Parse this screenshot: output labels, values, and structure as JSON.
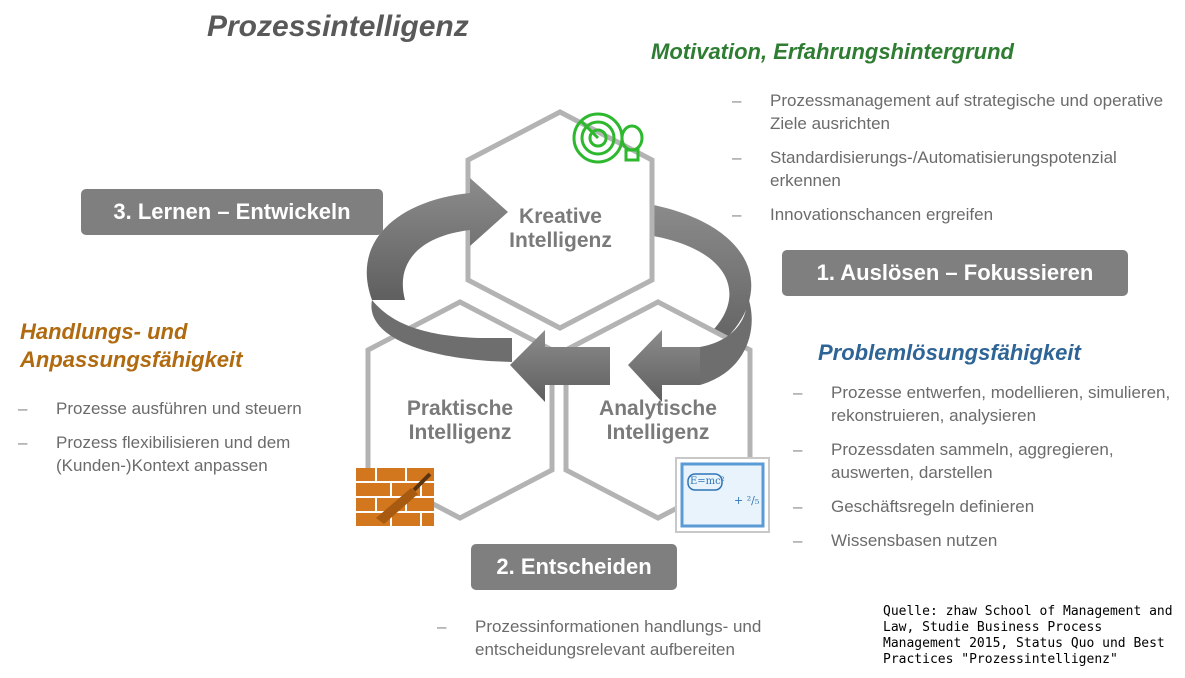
{
  "title": "Prozessintelligenz",
  "motivation": {
    "heading": "Motivation, Erfahrungshintergrund",
    "color": "#2e7d32",
    "items": [
      "Prozessmanagement auf strategische und operative Ziele ausrichten",
      "Standardisierungs-/Automatisierungspotenzial erkennen",
      "Innovationschancen ergreifen"
    ]
  },
  "problem": {
    "heading": "Problemlösungsfähigkeit",
    "color": "#2e6496",
    "items": [
      "Prozesse entwerfen, modellieren, simulieren, rekonstruieren, analysieren",
      "Prozessdaten sammeln, aggregieren, auswerten, darstellen",
      "Geschäftsregeln definieren",
      "Wissensbasen nutzen"
    ]
  },
  "handlung": {
    "heading_line1": "Handlungs- und",
    "heading_line2": "Anpassungsfähigkeit",
    "color": "#b06a10",
    "items": [
      "Prozesse ausführen und steuern",
      "Prozess flexibilisieren und dem (Kunden-)Kontext anpassen"
    ]
  },
  "entscheiden_items": [
    "Prozessinformationen handlungs- und entscheidungsrelevant aufbereiten"
  ],
  "steps": {
    "learn": "3. Lernen – Entwickeln",
    "trigger": "1. Auslösen – Fokussieren",
    "decide": "2. Entscheiden"
  },
  "hexagons": {
    "kreativ_line1": "Kreative",
    "kreativ_line2": "Intelligenz",
    "praktisch_line1": "Praktische",
    "praktisch_line2": "Intelligenz",
    "analytisch_line1": "Analytische",
    "analytisch_line2": "Intelligenz"
  },
  "formula": "E=mc²",
  "source": "Quelle: zhaw School of Management and Law, Studie Business Process Management 2015, Status Quo und Best Practices \"Prozessintelligenz\"",
  "dash": "–",
  "icons": [
    "target-bulb-icon",
    "brick-wall-icon",
    "whiteboard-icon",
    "cycle-arrow-icon"
  ]
}
